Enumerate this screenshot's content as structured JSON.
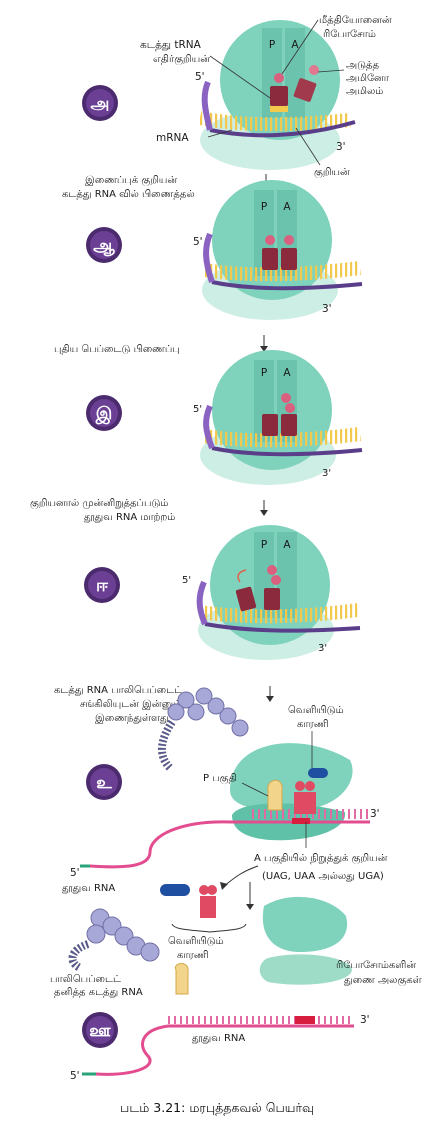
{
  "caption": "படம் 3.21: மரபுத்தகவல் பெயர்வு",
  "steps": [
    {
      "badge": "அ"
    },
    {
      "badge": "ஆ"
    },
    {
      "badge": "இ"
    },
    {
      "badge": "ஈ"
    },
    {
      "badge": "உ"
    },
    {
      "badge": "ஊ"
    }
  ],
  "labels": {
    "site_p": "P",
    "site_a": "A",
    "end5": "5'",
    "end3": "3'",
    "trna_anticodon_1": "கடத்து tRNA",
    "trna_anticodon_2": "எதிர்குறியன்",
    "met_ribo_1": "மீத்தியோனைன்",
    "met_ribo_2": "ரிபோசோம்",
    "next_aa_1": "அடுத்த",
    "next_aa_2": "அமினோ",
    "next_aa_3": "அமிலம்",
    "mrna": "mRNA",
    "codon": "குறியன்",
    "step2_1": "இணைப்புக் குறியன்",
    "step2_2": "கடத்து RNA வில் பிணைத்தல்",
    "step3": "புதிய பெப்டைடு பிணைப்பு",
    "step4_1": "குறியனால் முன்னிறுத்தப்படும்",
    "step4_2": "தூதுவ RNA மாற்றம்",
    "step5_1": "கடத்து RNA பாலிபெப்டைட்",
    "step5_2": "சங்கிலியுடன் இன்னும்",
    "step5_3": "இணைந்துள்ளது",
    "release_1": "வெளியிடும்",
    "release_2": "காரணி",
    "p_site": "P பகுதி",
    "stop_1": "A பகுதியில் நிறுத்துக் குறியன்",
    "stop_2": "(UAG, UAA அல்லது UGA)",
    "mrna_ta": "தூதுவ RNA",
    "polypeptide": "பாலிபெப்டைட்",
    "free_trna": "தனித்த கடத்து RNA",
    "subunits_1": "ரிபோசோம்களின்",
    "subunits_2": "துணை அலகுகள்"
  }
}
